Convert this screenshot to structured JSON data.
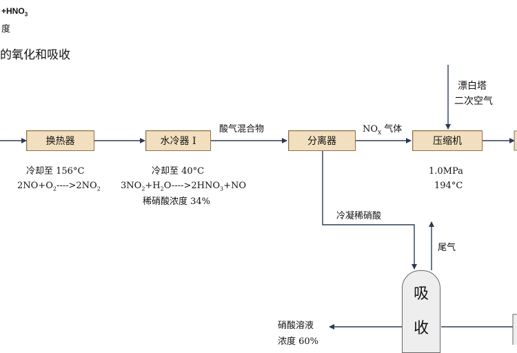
{
  "top_fragment": {
    "line1": "+HNO",
    "line1_sub": "3",
    "line2": "度",
    "heading": "的氧化和吸收"
  },
  "equipment": {
    "heat_exchanger": "换热器",
    "water_cooler": "水冷器 I",
    "separator": "分离器",
    "compressor": "压缩机",
    "absorber_char1": "吸",
    "absorber_char2": "收"
  },
  "stream_labels": {
    "acid_gas_mix": "酸气混合物",
    "nox_pre": "NO",
    "nox_sub": "x",
    "nox_post": " 气体",
    "bleach_tower": "漂白塔",
    "secondary_air": "二次空气",
    "condensed_acid": "冷凝稀硝酸",
    "tail_gas": "尾气",
    "acid_solution": "硝酸溶液",
    "concentration_partial": "浓度 60%"
  },
  "annotations": {
    "cool_156": "冷却至 156°C",
    "reaction1": {
      "p1": "2NO+O",
      "s1": "2",
      "p2": "---->2NO",
      "s2": "2"
    },
    "cool_40": "冷却至 40°C",
    "reaction2": {
      "p1": "3NO",
      "s1": "2",
      "p2": "+H",
      "s2": "2",
      "p3": "O---->2HNO",
      "s3": "3",
      "p4": "+NO"
    },
    "dilute_acid": "稀硝酸浓度 34%",
    "pressure": "1.0MPa",
    "temp_194": "194°C"
  }
}
